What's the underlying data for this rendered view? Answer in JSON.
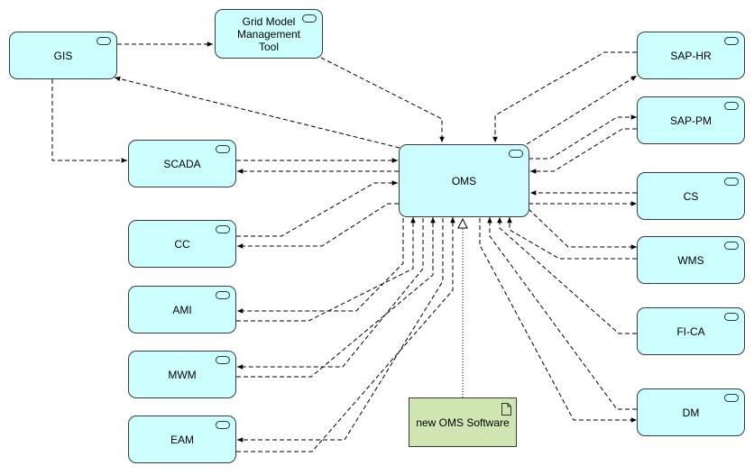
{
  "nodes": {
    "gis": {
      "label": "GIS"
    },
    "gmmt": {
      "label": "Grid Model Management Tool"
    },
    "scada": {
      "label": "SCADA"
    },
    "cc": {
      "label": "CC"
    },
    "ami": {
      "label": "AMI"
    },
    "mwm": {
      "label": "MWM"
    },
    "eam": {
      "label": "EAM"
    },
    "oms": {
      "label": "OMS"
    },
    "saphr": {
      "label": "SAP-HR"
    },
    "sappm": {
      "label": "SAP-PM"
    },
    "cs": {
      "label": "CS"
    },
    "wms": {
      "label": "WMS"
    },
    "fica": {
      "label": "FI-CA"
    },
    "dm": {
      "label": "DM"
    },
    "newoms": {
      "label": "new OMS Software"
    }
  },
  "colors": {
    "component_fill": "#ccffff",
    "artifact_fill": "#cfe5b2",
    "border": "#3a3a3a",
    "line": "#000000"
  },
  "icons": {
    "component": "component-icon",
    "artifact": "document-icon"
  }
}
